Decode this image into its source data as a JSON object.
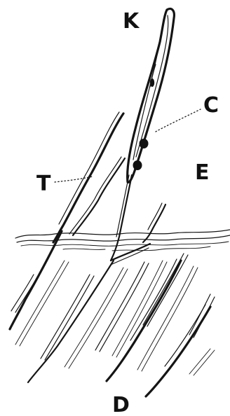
{
  "figure": {
    "labels": {
      "k": "K",
      "c": "C",
      "t": "T",
      "e": "E",
      "d": "D"
    },
    "ink_color": "#151515",
    "background_color": "#ffffff"
  }
}
